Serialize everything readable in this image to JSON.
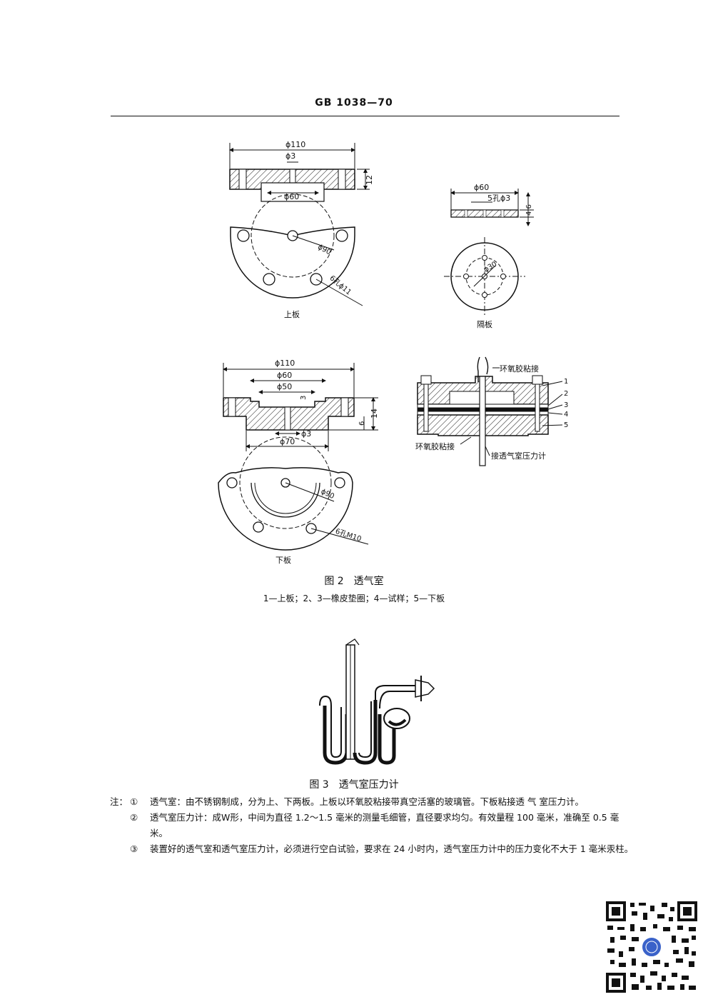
{
  "header": {
    "code": "GB 1038—70"
  },
  "figure2": {
    "upper_plate": {
      "dim_outer": "ϕ110",
      "dim_hole": "ϕ3",
      "dim_inner": "ϕ60",
      "dim_thickness": "12",
      "dim_bolt_circle": "ϕ90",
      "dim_holes": "6孔ϕ11",
      "label": "上板"
    },
    "spacer": {
      "dim_outer": "ϕ60",
      "dim_holes": "5孔ϕ3",
      "dim_thickness": "4.6",
      "dim_circle": "ϕ30",
      "label": "隔板"
    },
    "lower_plate": {
      "dim_outer": "ϕ110",
      "dim_inner60": "ϕ60",
      "dim_inner50": "ϕ50",
      "dim_recess": "3",
      "dim_step": "6",
      "dim_thickness": "14",
      "dim_hole": "ϕ3",
      "dim_boss": "ϕ70",
      "dim_bolt_circle": "ϕ90",
      "dim_holes": "6孔M10",
      "label": "下板"
    },
    "assembly": {
      "epoxy_top": "环氧胶粘接",
      "epoxy_bottom": "环氧胶粘接",
      "to_manometer": "接透气室压力计",
      "callouts": [
        "1",
        "2",
        "3",
        "4",
        "5"
      ]
    },
    "caption": "图 2　透气室",
    "legend": "1—上板；2、3—橡皮垫圈；4—试样；5—下板"
  },
  "figure3": {
    "caption": "图 3　透气室压力计"
  },
  "notes": {
    "prefix": "注：",
    "items": [
      {
        "mark": "①",
        "text": "透气室：由不锈钢制成，分为上、下两板。上板以环氧胶粘接带真空活塞的玻璃管。下板粘接透 气 室压力计。"
      },
      {
        "mark": "②",
        "text": "透气室压力计：成W形，中间为直径 1.2～1.5 毫米的测量毛细管，直径要求均匀。有效量程 100 毫米，准确至 0.5 毫米。"
      },
      {
        "mark": "③",
        "text": "装置好的透气室和透气室压力计，必须进行空白试验，要求在 24 小时内，透气室压力计中的压力变化不大于 1 毫米汞柱。"
      }
    ]
  }
}
